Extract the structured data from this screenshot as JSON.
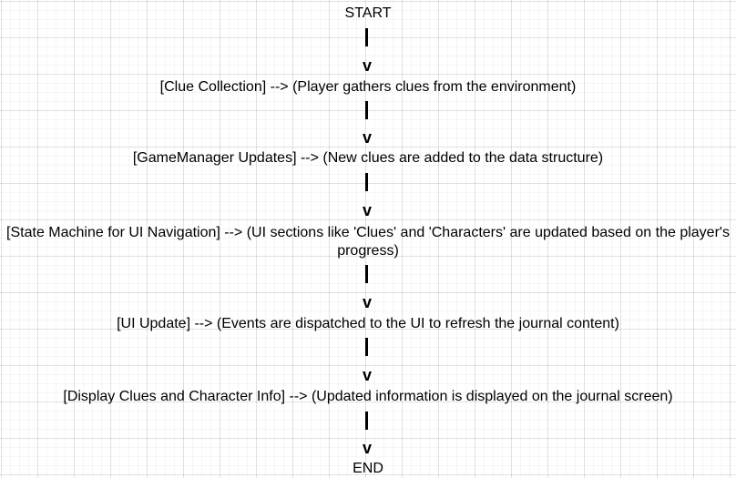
{
  "flow": {
    "start_label": "START",
    "end_label": "END",
    "arrow_glyph": "v",
    "steps": [
      "[Clue Collection] --> (Player gathers clues from the environment)",
      "[GameManager Updates] --> (New clues are added to the data structure)",
      "[State Machine for UI Navigation] --> (UI sections like 'Clues' and 'Characters' are updated based on the player's progress)",
      "[UI Update] --> (Events are dispatched to the UI to refresh the journal content)",
      "[Display Clues and Character Info] --> (Updated information is displayed on the journal screen)"
    ]
  }
}
